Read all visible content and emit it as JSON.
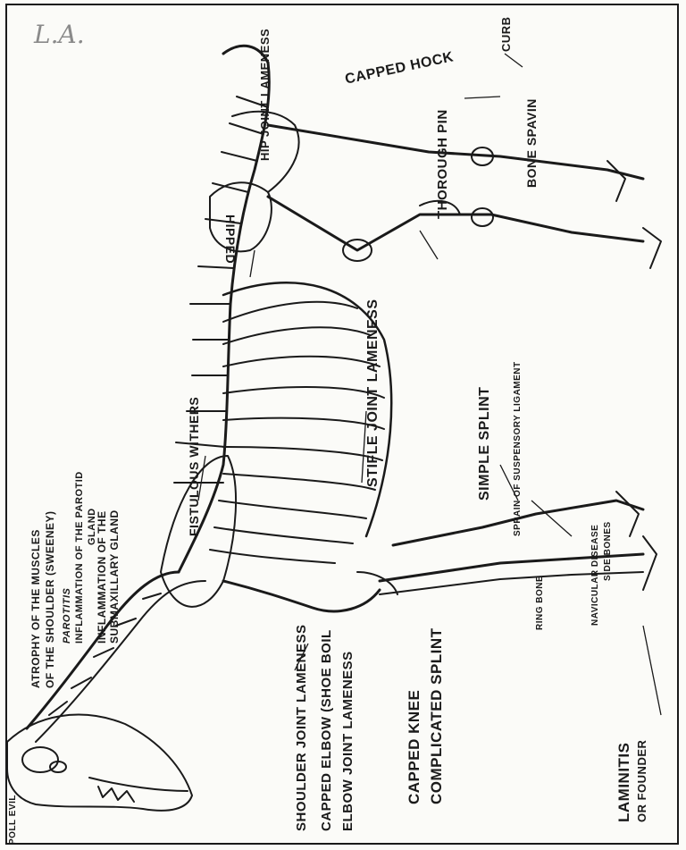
{
  "signature": "L.A.",
  "labels": {
    "poll_evil": "POLL EVIL",
    "atrophy": "ATROPHY OF THE MUSCLES",
    "atrophy2": "OF THE SHOULDER (SWEENEY)",
    "parotitis": "PAROTITIS",
    "parotid": "INFLAMMATION OF THE PAROTID",
    "parotid2": "GLAND",
    "submaxillary": "INFLAMMATION OF THE",
    "submaxillary2": "SUBMAXILLARY GLAND",
    "fistulous": "FISTULOUS WITHERS",
    "shoulder_joint": "SHOULDER JOINT LAMENESS",
    "capped_elbow": "CAPPED ELBOW (SHOE BOIL",
    "elbow_joint": "ELBOW JOINT LAMENESS",
    "capped_knee": "CAPPED KNEE",
    "complicated_splint": "COMPLICATED SPLINT",
    "laminitis": "LAMINITIS",
    "or_founder": "OR FOUNDER",
    "ring_bone": "RING BONE",
    "navicular": "NAVICULAR DISEASE",
    "side_bones": "SIDE BONES",
    "simple_splint": "SIMPLE SPLINT",
    "sprain": "SPRAIN OF SUSPENSORY LIGAMENT",
    "stifle": "STIFLE JOINT LAMENESS",
    "hipped": "HIPPED",
    "hip_joint": "HIP JOINT LAMENESS",
    "capped_hock": "CAPPED HOCK",
    "curb": "CURB",
    "thorough_pin": "THOROUGH PIN",
    "bone_spavin": "BONE SPAVIN"
  }
}
